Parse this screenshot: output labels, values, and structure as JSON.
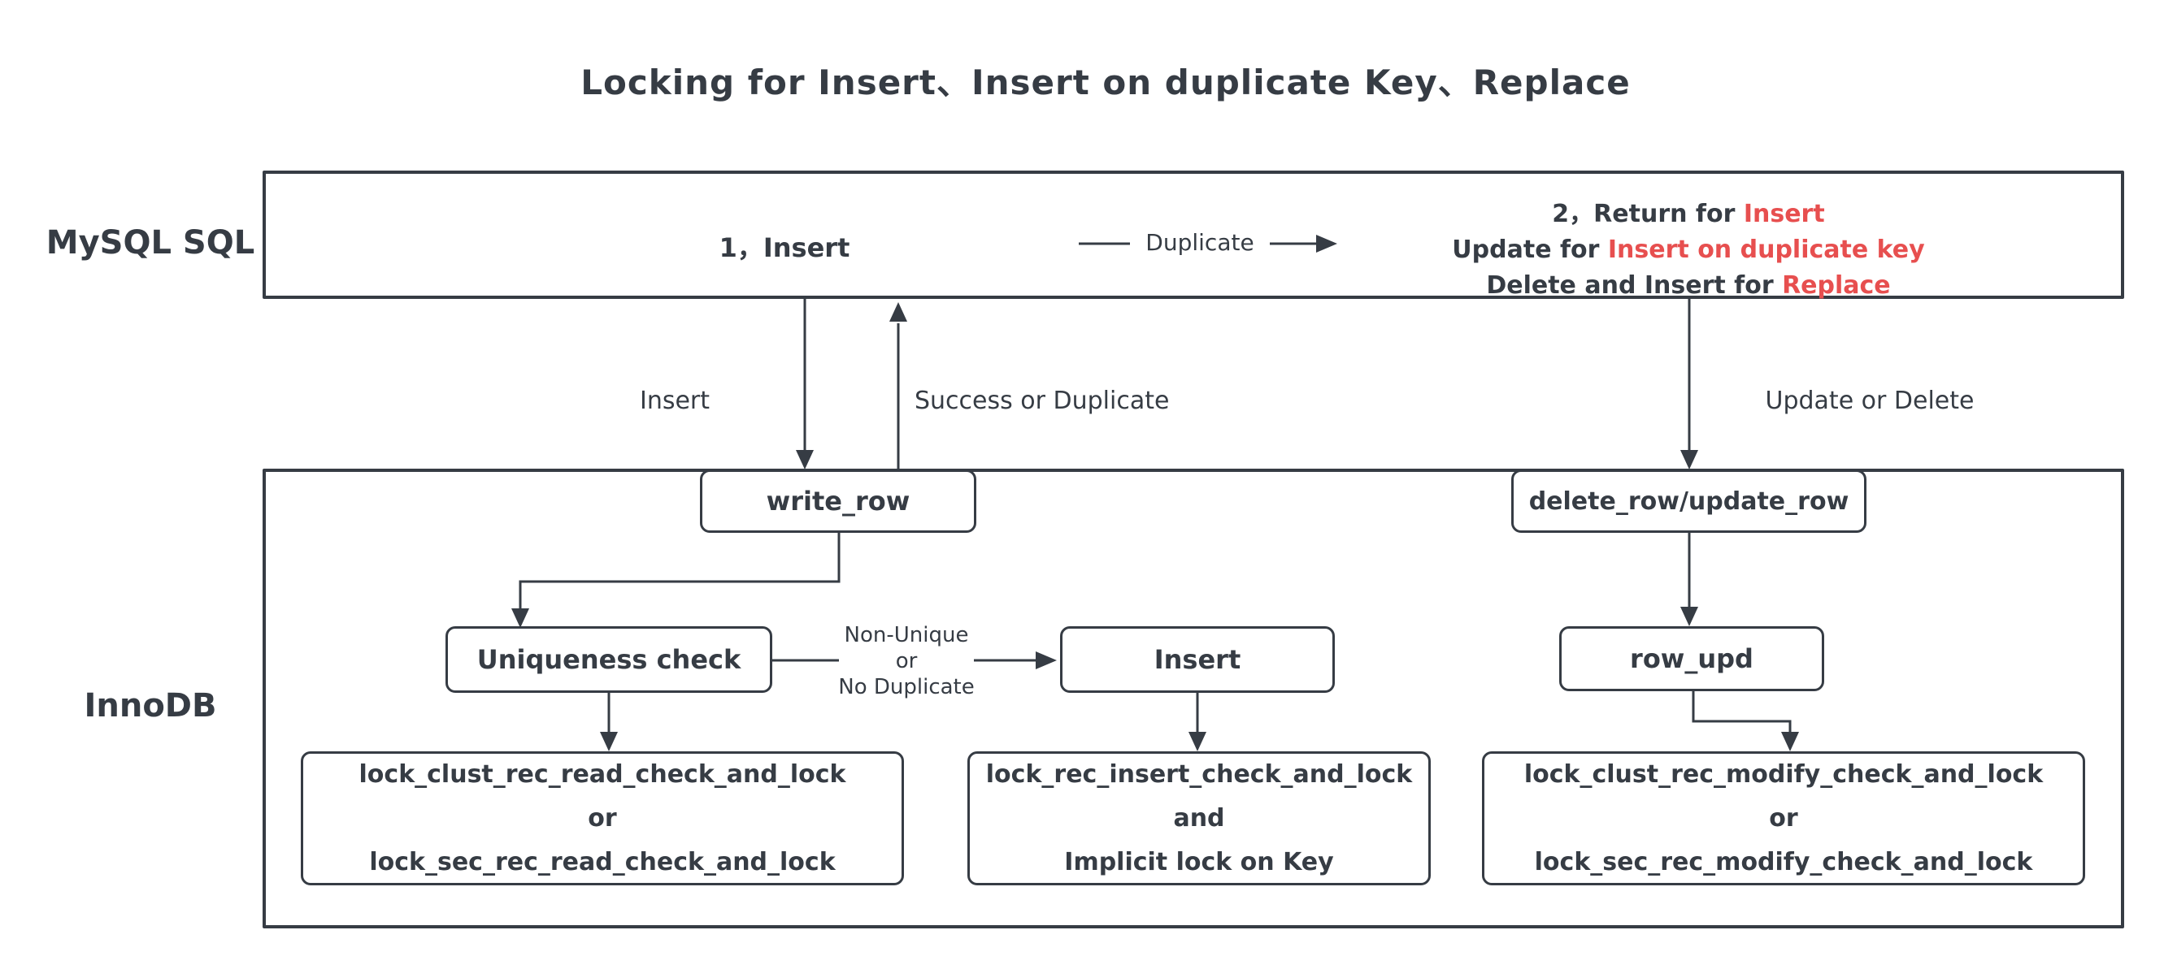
{
  "title": "Locking for Insert、Insert on duplicate Key、Replace",
  "colors": {
    "ink": "#363c44",
    "red": "#e74f4f",
    "background": "#ffffff"
  },
  "lanes": {
    "mysql": "MySQL SQL",
    "innodb": "InnoDB"
  },
  "mysql_section": {
    "step1_label": "1，Insert",
    "duplicate_edge_label": "Duplicate",
    "result_lines": [
      {
        "text": "2，Return for ",
        "red": "Insert"
      },
      {
        "text": "Update for ",
        "red": "Insert on duplicate key"
      },
      {
        "text": "Delete and Insert for ",
        "red": "Replace"
      }
    ]
  },
  "edges": {
    "insert_label": "Insert",
    "success_label": "Success or Duplicate",
    "update_delete_label": "Update or Delete",
    "non_unique_lines": [
      "Non-Unique",
      "or",
      "No Duplicate"
    ]
  },
  "nodes": {
    "write_row": "write_row",
    "delete_update_row": "delete_row/update_row",
    "uniqueness_check": "Uniqueness check",
    "insert": "Insert",
    "row_upd": "row_upd",
    "lock_read_lines": [
      "lock_clust_rec_read_check_and_lock",
      "or",
      "lock_sec_rec_read_check_and_lock"
    ],
    "lock_insert_lines": [
      "lock_rec_insert_check_and_lock",
      "and",
      "Implicit lock on Key"
    ],
    "lock_modify_lines": [
      "lock_clust_rec_modify_check_and_lock",
      "or",
      "lock_sec_rec_modify_check_and_lock"
    ]
  }
}
